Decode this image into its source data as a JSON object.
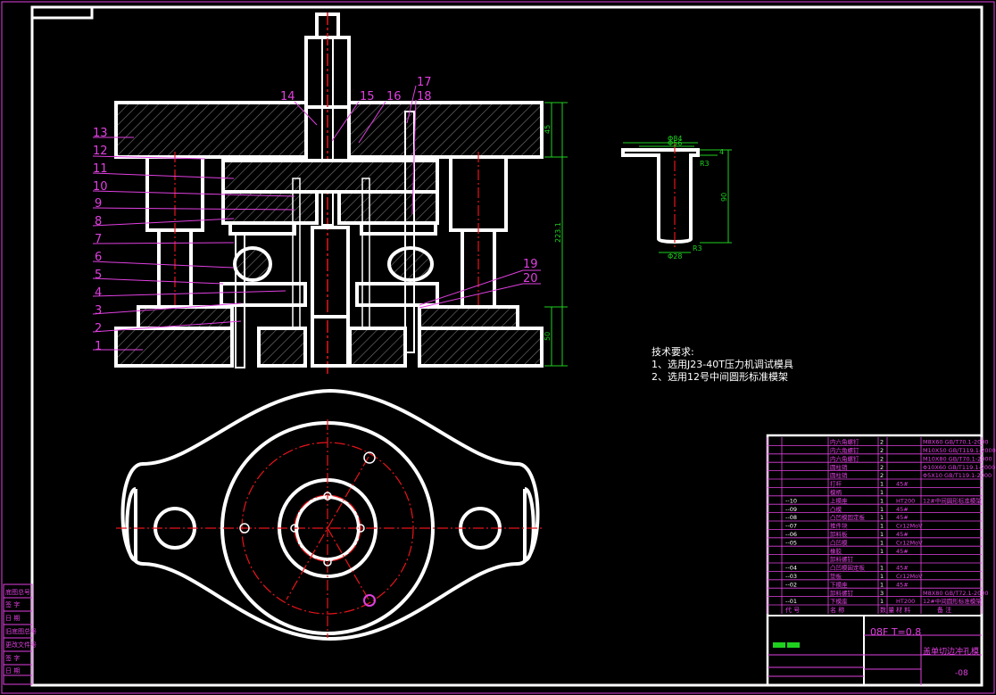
{
  "drawing": {
    "part_numbers": [
      "1",
      "2",
      "3",
      "4",
      "5",
      "6",
      "7",
      "8",
      "9",
      "10",
      "11",
      "12",
      "13",
      "14",
      "15",
      "16",
      "17",
      "18",
      "19",
      "20"
    ],
    "dims": {
      "total_height": "223.1",
      "top_plate": "45",
      "base_plate": "50",
      "detail_outer": "Φ84",
      "detail_mid": "Φ56",
      "detail_step": "R3",
      "detail_length": "90",
      "detail_bottom_r": "R3",
      "detail_bottom_d": "Φ28",
      "detail_flange": "4"
    },
    "tech_req_title": "技术要求:",
    "tech_req_lines": [
      "1、选用J23-40T压力机调试模具",
      "2、选用12号中间圆形标准模架"
    ]
  },
  "title_block": {
    "material_note": "08F  T=0.8",
    "drawing_name": "盖单切边冲孔模",
    "drawing_no": "-08",
    "header_cols": [
      "代 号",
      "名 称",
      "数 量",
      "材 料",
      "备 注"
    ],
    "rows": [
      {
        "code": "",
        "name": "内六角螺钉",
        "qty": "2",
        "mat": "",
        "note": "M8X60 GB/T70.1-2000"
      },
      {
        "code": "",
        "name": "内六角螺钉",
        "qty": "2",
        "mat": "",
        "note": "M10X50 GB/T119.1-2000"
      },
      {
        "code": "",
        "name": "内六角螺钉",
        "qty": "2",
        "mat": "",
        "note": "M10X80 GB/T70.1-2000"
      },
      {
        "code": "",
        "name": "圆柱销",
        "qty": "2",
        "mat": "",
        "note": "Φ10X60 GB/T119.1-2000"
      },
      {
        "code": "",
        "name": "圆柱销",
        "qty": "2",
        "mat": "",
        "note": "Φ5X10 GB/T119.1-2000"
      },
      {
        "code": "",
        "name": "打杆",
        "qty": "1",
        "mat": "45#",
        "note": ""
      },
      {
        "code": "",
        "name": "模柄",
        "qty": "1",
        "mat": "",
        "note": ""
      },
      {
        "code": "--10",
        "name": "上模座",
        "qty": "1",
        "mat": "HT200",
        "note": "12#中间圆形标准模架"
      },
      {
        "code": "--09",
        "name": "凸模",
        "qty": "1",
        "mat": "45#",
        "note": ""
      },
      {
        "code": "--08",
        "name": "凸凹模固定板",
        "qty": "1",
        "mat": "45#",
        "note": ""
      },
      {
        "code": "--07",
        "name": "推件块",
        "qty": "1",
        "mat": "Cr12MoV",
        "note": ""
      },
      {
        "code": "--06",
        "name": "卸料板",
        "qty": "1",
        "mat": "45#",
        "note": ""
      },
      {
        "code": "--05",
        "name": "凸凹模",
        "qty": "1",
        "mat": "Cr12MoV",
        "note": ""
      },
      {
        "code": "",
        "name": "橡胶",
        "qty": "1",
        "mat": "45#",
        "note": ""
      },
      {
        "code": "",
        "name": "卸料螺钉",
        "qty": "",
        "mat": "",
        "note": ""
      },
      {
        "code": "--04",
        "name": "凸凹模固定板",
        "qty": "1",
        "mat": "45#",
        "note": ""
      },
      {
        "code": "--03",
        "name": "垫板",
        "qty": "1",
        "mat": "Cr12MoV",
        "note": ""
      },
      {
        "code": "--02",
        "name": "下模座",
        "qty": "1",
        "mat": "45#",
        "note": ""
      },
      {
        "code": "",
        "name": "卸料螺钉",
        "qty": "3",
        "mat": "",
        "note": "M8X80 GB/T72.1-2000"
      },
      {
        "code": "--01",
        "name": "下模座",
        "qty": "1",
        "mat": "HT200",
        "note": "12#中间圆形标准模架"
      }
    ]
  },
  "side_labels": [
    "底图总号",
    "签 字",
    "日 期",
    "旧底图总号",
    "更改文件号",
    "签 字",
    "日 期"
  ]
}
